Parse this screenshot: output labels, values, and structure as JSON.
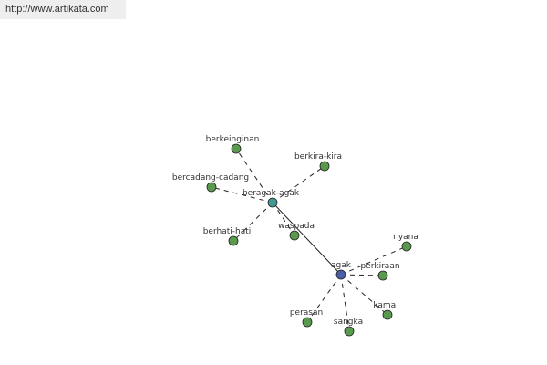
{
  "banner": {
    "url": "http://www.artikata.com"
  },
  "colors": {
    "hub_primary": "#4a5da6",
    "hub_secondary": "#3f9a96",
    "leaf": "#5a9a4e",
    "node_stroke": "#222222",
    "edge": "#222222"
  },
  "nodes": {
    "agak": "agak",
    "beragak_agak": "beragak-agak",
    "berkeinginan": "berkeinginan",
    "berkira_kira": "berkira-kira",
    "bercadang_cadang": "bercadang-cadang",
    "berhati_hati": "berhati-hati",
    "waspada": "waspada",
    "nyana": "nyana",
    "perkiraan": "perkiraan",
    "kamal": "kamal",
    "sangka": "sangka",
    "perasan": "perasan"
  }
}
